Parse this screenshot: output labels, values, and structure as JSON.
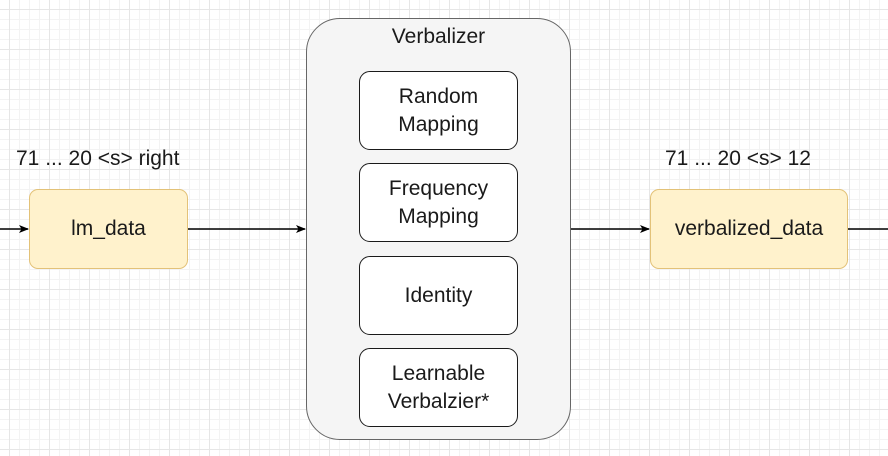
{
  "input": {
    "caption": "71 ... 20 <s> right",
    "node_label": "lm_data"
  },
  "verbalizer": {
    "title": "Verbalizer",
    "options": [
      {
        "label": "Random\nMapping"
      },
      {
        "label": "Frequency\nMapping"
      },
      {
        "label": "Identity"
      },
      {
        "label": "Learnable\nVerbalzier*"
      }
    ]
  },
  "output": {
    "caption": "71 ... 20 <s> 12",
    "node_label": "verbalized_data"
  },
  "colors": {
    "data_node_fill": "#fff2cc",
    "data_node_border": "#e3c278",
    "container_fill": "#f5f5f5",
    "container_border": "#666666",
    "option_fill": "#ffffff",
    "edge": "#000000"
  }
}
